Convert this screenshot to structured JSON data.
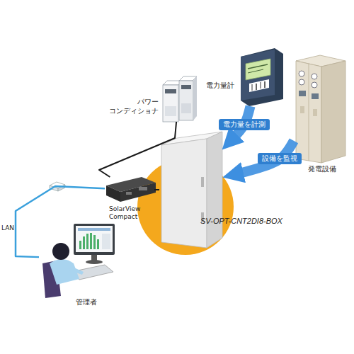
{
  "diagram": {
    "nodes": [
      {
        "text": [
          "パワー コンディショナ"
        ]
      },
      {
        "text": [
          "電力量計"
        ]
      },
      {
        "text": [
          "発電設備"
        ]
      },
      {
        "text": [
          "SV-OPT-CNT2DI8-BOX"
        ]
      },
      {
        "text": [
          "SolarView Compact"
        ]
      },
      {
        "text": [
          "管理者"
        ]
      }
    ],
    "edges": [
      {
        "from": 0,
        "to": 4,
        "arrow": "none"
      },
      {
        "from": 1,
        "to": 3,
        "label": "電力量を計測",
        "arrow": "to"
      },
      {
        "from": 2,
        "to": 3,
        "label": "設備を監視",
        "arrow": "to"
      },
      {
        "from": 4,
        "to": 3,
        "arrow": "none"
      },
      {
        "from": 4,
        "to": 5,
        "label": "LAN",
        "arrow": "none"
      }
    ]
  }
}
